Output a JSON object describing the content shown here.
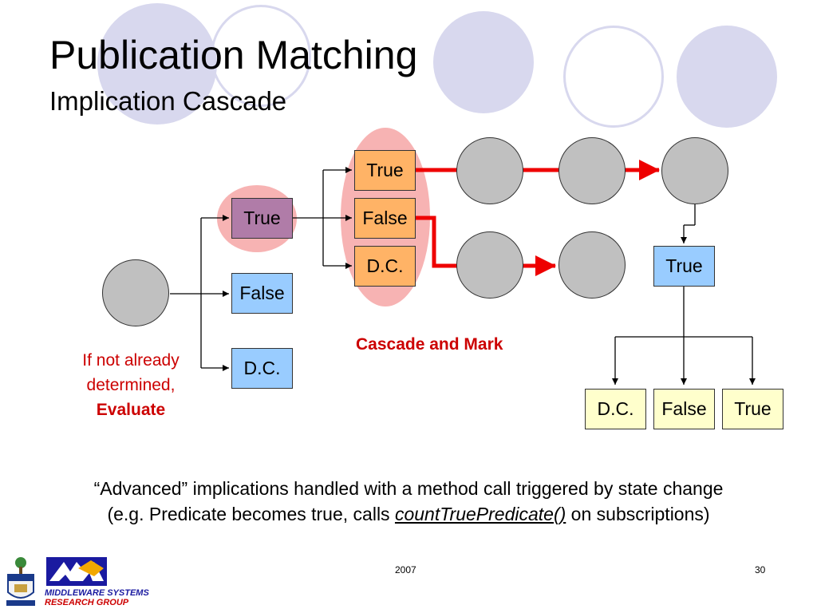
{
  "slide": {
    "title": "Publication Matching",
    "subtitle": "Implication Cascade"
  },
  "diagram": {
    "left_branch": {
      "true": "True",
      "false": "False",
      "dc": "D.C."
    },
    "middle_branch": {
      "true": "True",
      "false": "False",
      "dc": "D.C."
    },
    "right_box": "True",
    "bottom_boxes": {
      "dc": "D.C.",
      "false": "False",
      "true": "True"
    },
    "cascade_label": "Cascade and Mark",
    "evaluate_note": {
      "line1": "If not already",
      "line2": "determined,",
      "emphasis": "Evaluate"
    }
  },
  "footer": {
    "line1": "“Advanced” implications handled with a method call triggered by state change",
    "line2_before": "(e.g. Predicate becomes true, calls ",
    "line2_method": "countTruePredicate()",
    "line2_after": " on subscriptions)",
    "year": "2007",
    "page_number": "30",
    "logo_line1": "MIDDLEWARE SYSTEMS",
    "logo_line2": "RESEARCH GROUP"
  },
  "colors": {
    "accent_red": "#ee0000",
    "text_red": "#cc0000",
    "node_gray": "#c0c0c0",
    "box_blue": "#99ccff",
    "box_orange": "#ffb366",
    "box_purple": "#b07ca8",
    "box_yellow": "#ffffcc",
    "halo_pink": "#f7b3b3",
    "deco_lavender": "#d8d8ee"
  }
}
